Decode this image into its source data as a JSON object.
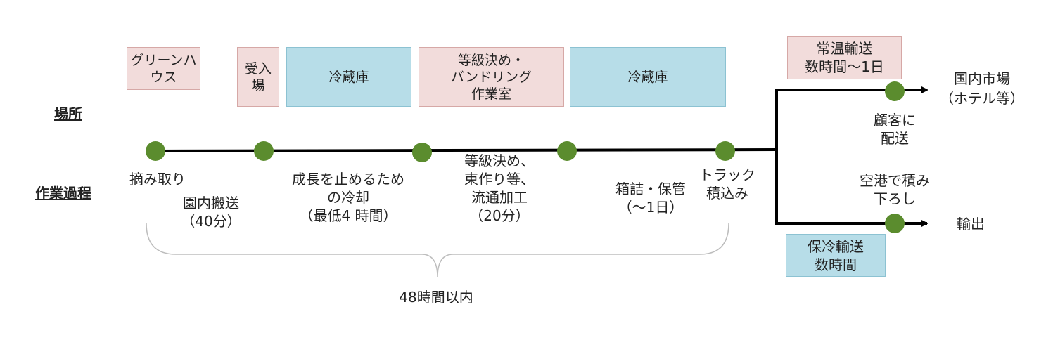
{
  "row_labels": {
    "place": "場所",
    "process": "作業過程"
  },
  "places": [
    "グリーンハ\nウス",
    "受入\n場",
    "冷蔵庫",
    "等級決め・\nバンドリング\n作業室",
    "冷蔵庫"
  ],
  "steps": [
    "摘み取り",
    "園内搬送\n（40分）",
    "成長を止めるため\nの冷却\n（最低4 時間）",
    "等級決め、\n束作り等、\n流通加工\n（20分）",
    "箱詰・保管\n（〜1日）",
    "トラック\n積込み"
  ],
  "total_time": "48時間以内",
  "branches": {
    "domestic": {
      "transport": "常温輸送\n数時間〜1日",
      "action": "顧客に\n配送",
      "destination": "国内市場\n（ホテル等）"
    },
    "export": {
      "transport": "保冷輸送\n数時間",
      "action": "空港で積み\n下ろし",
      "destination": "輸出"
    }
  },
  "colors": {
    "pink": "#f2dcdb",
    "blue": "#b7dde8",
    "node": "#5b8c2e",
    "line": "#000000",
    "brace": "#bdbdbd"
  }
}
